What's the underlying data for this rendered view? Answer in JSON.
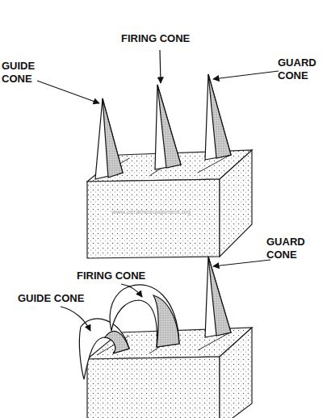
{
  "diagram": {
    "labels": [
      "FIRING CONE",
      "GUIDE CONE",
      "GUARD CONE",
      "www.ceramicequipment.org",
      "GUARD CONE",
      "FIRING CONE",
      "GUIDE CONE"
    ]
  }
}
